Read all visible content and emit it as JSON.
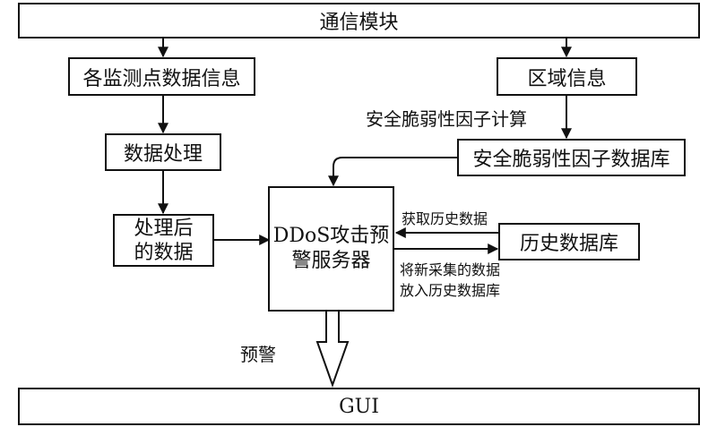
{
  "boxes": {
    "comm_module": "通信模块",
    "monitor_data": "各监测点数据信息",
    "region_info": "区域信息",
    "data_processing": "数据处理",
    "security_factor_db": "安全脆弱性因子数据库",
    "processed_data_line1": "处理后",
    "processed_data_line2": "的数据",
    "ddos_server_line1": "DDoS攻击预",
    "ddos_server_line2": "警服务器",
    "history_db": "历史数据库",
    "gui": "GUI"
  },
  "labels": {
    "security_factor_calc": "安全脆弱性因子计算",
    "get_history": "获取历史数据",
    "store_history_line1": "将新采集的数据",
    "store_history_line2": "放入历史数据库",
    "alert": "预警"
  }
}
